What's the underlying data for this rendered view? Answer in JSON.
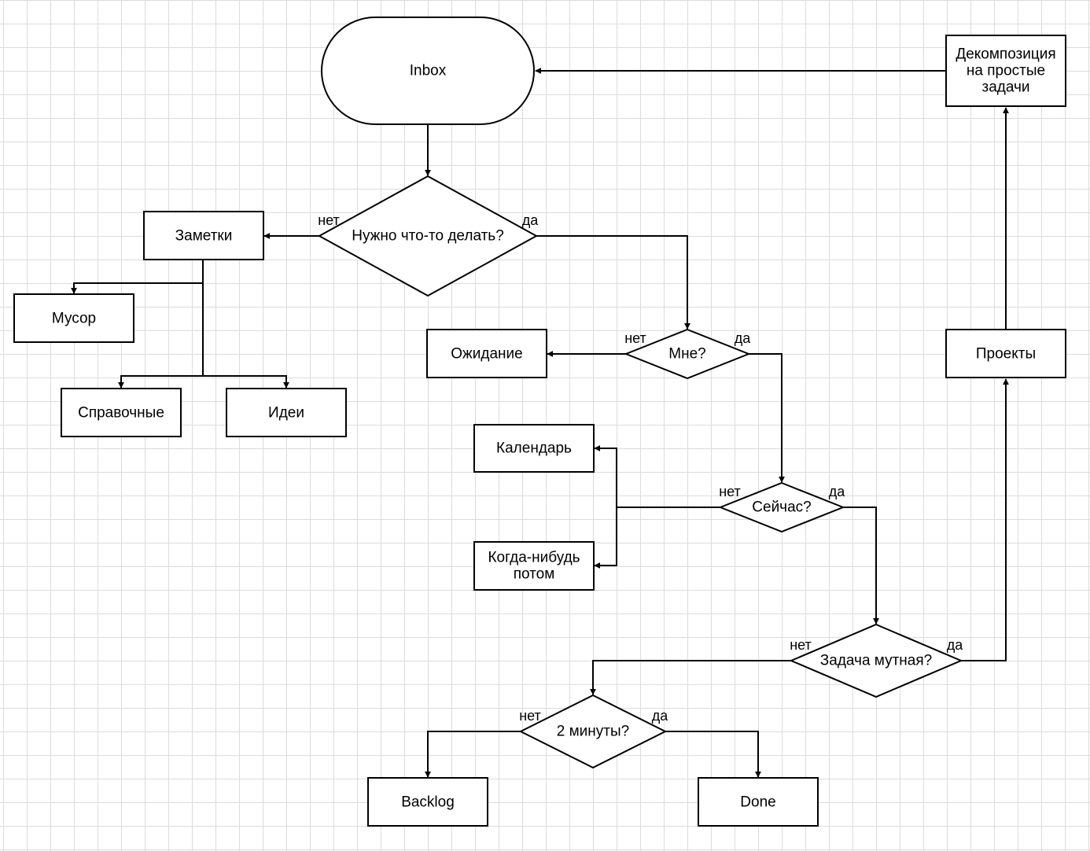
{
  "nodes": {
    "inbox": "Inbox",
    "decomposition": [
      "Декомпозиция",
      "на простые",
      "задачи"
    ],
    "need_action": "Нужно что-то делать?",
    "notes": "Заметки",
    "trash": "Мусор",
    "reference": "Справочные",
    "ideas": "Идеи",
    "waiting": "Ожидание",
    "me": "Мне?",
    "projects": "Проекты",
    "calendar": "Календарь",
    "now": "Сейчас?",
    "someday": [
      "Когда-нибудь",
      "потом"
    ],
    "task_vague": "Задача мутная?",
    "two_minutes": "2 минуты?",
    "backlog": "Backlog",
    "done": "Done"
  },
  "edge_labels": {
    "no": "нет",
    "yes": "да"
  }
}
